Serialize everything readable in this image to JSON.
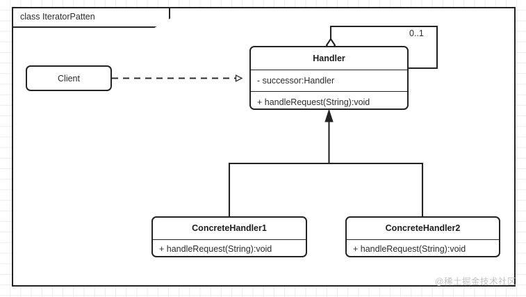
{
  "diagram": {
    "frame_label": "class IteratorPatten",
    "watermark": "@稀土掘金技术社区",
    "colors": {
      "stroke": "#232323",
      "background": "#ffffff",
      "grid": "#ececec",
      "watermark": "#c2c2c2"
    }
  },
  "nodes": {
    "client": {
      "name": "Client",
      "attributes": [],
      "operations": []
    },
    "handler": {
      "name": "Handler",
      "attributes": [
        "- successor:Handler"
      ],
      "operations": [
        "+ handleRequest(String):void"
      ]
    },
    "concrete_handler_1": {
      "name": "ConcreteHandler1",
      "attributes": [],
      "operations": [
        "+ handleRequest(String):void"
      ]
    },
    "concrete_handler_2": {
      "name": "ConcreteHandler2",
      "attributes": [],
      "operations": [
        "+ handleRequest(String):void"
      ]
    }
  },
  "relations": {
    "client_to_handler": {
      "type": "dependency",
      "line": "dashed",
      "arrow": "open-triangle",
      "source": "Client",
      "target": "Handler",
      "label": ""
    },
    "handler_self_aggregation": {
      "type": "aggregation",
      "line": "solid",
      "arrow": "hollow-diamond",
      "source": "Handler",
      "target": "Handler",
      "multiplicity": "0..1"
    },
    "ch1_to_handler": {
      "type": "generalization",
      "line": "solid",
      "arrow": "solid-triangle",
      "source": "ConcreteHandler1",
      "target": "Handler",
      "label": ""
    },
    "ch2_to_handler": {
      "type": "generalization",
      "line": "solid",
      "arrow": "solid-triangle",
      "source": "ConcreteHandler2",
      "target": "Handler",
      "label": ""
    }
  }
}
